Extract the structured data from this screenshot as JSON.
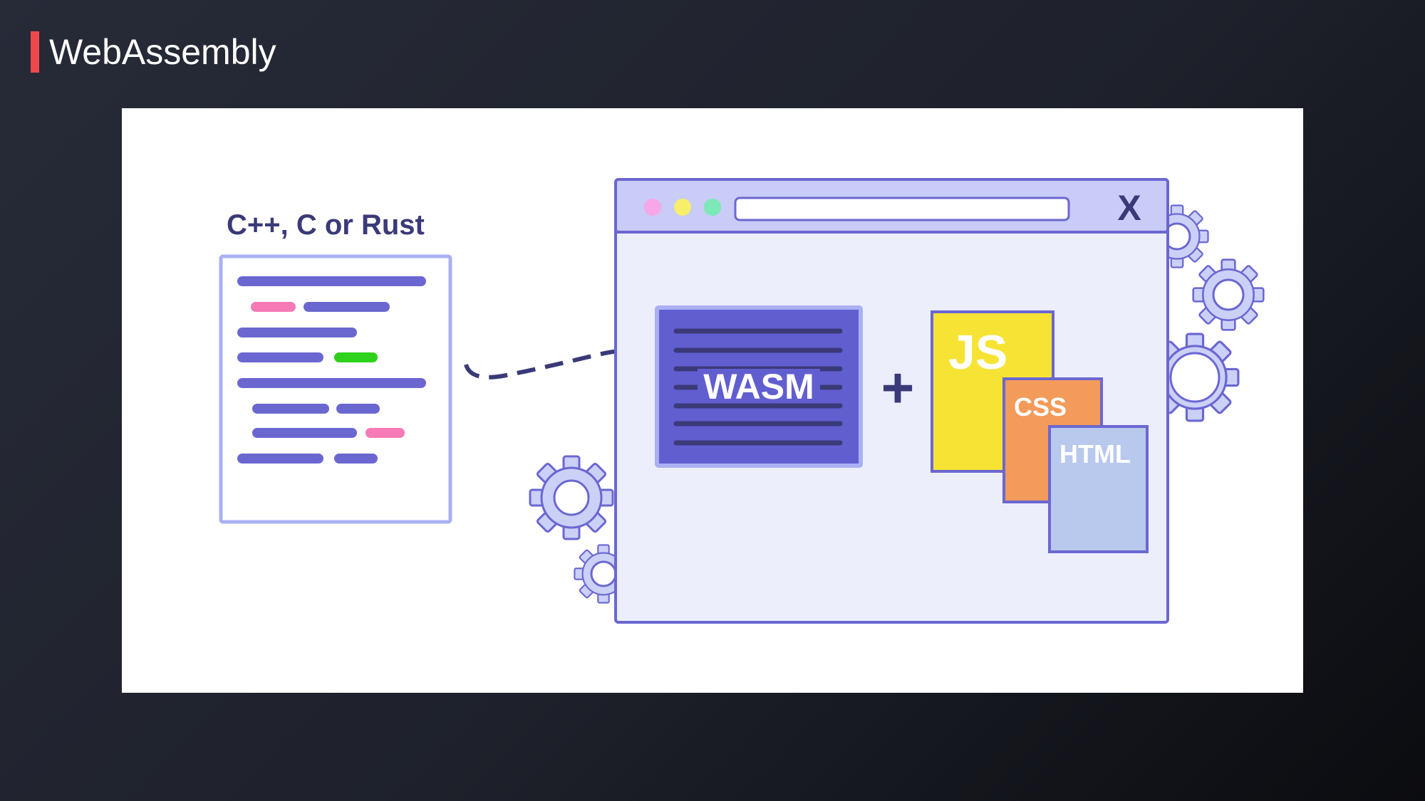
{
  "slide": {
    "title": "WebAssembly",
    "accent_color": "#f0474d"
  },
  "illustration": {
    "source_label": "C++, C or Rust",
    "browser_close_label": "X",
    "wasm_label": "WASM",
    "plus_label": "+",
    "files": {
      "js": "JS",
      "css": "CSS",
      "html": "HTML"
    },
    "colors": {
      "primary": "#6b67d1",
      "browser_fill": "#eceefc",
      "toolbar_fill": "#c8ccf6",
      "wasm_fill": "#615ed0",
      "js_fill": "#f7e334",
      "css_fill": "#f29b5a",
      "html_fill": "#b9c8ed",
      "gear_fill": "#cbd0f7",
      "dark_text": "#3b3a78"
    }
  }
}
